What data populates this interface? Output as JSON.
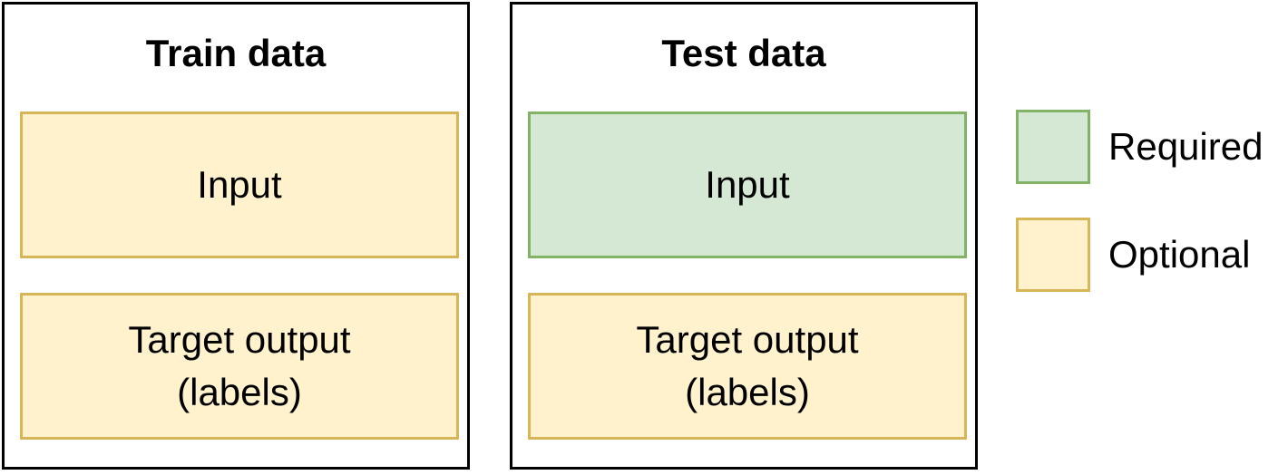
{
  "colors": {
    "required_fill": "#d5e8d4",
    "required_border": "#82b366",
    "optional_fill": "#fff2cc",
    "optional_border": "#d6b656",
    "panel_border": "#000000"
  },
  "panels": [
    {
      "title": "Train data",
      "input_label": "Input",
      "input_status": "optional",
      "target_label": "Target output\n(labels)",
      "target_status": "optional"
    },
    {
      "title": "Test data",
      "input_label": "Input",
      "input_status": "required",
      "target_label": "Target output\n(labels)",
      "target_status": "optional"
    }
  ],
  "legend": {
    "required": "Required",
    "optional": "Optional"
  }
}
